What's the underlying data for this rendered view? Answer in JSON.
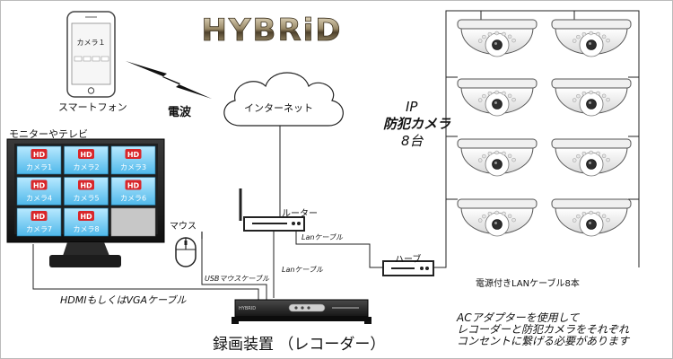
{
  "logo": {
    "text": "HYBRiD"
  },
  "smartphone": {
    "label": "スマートフォン",
    "screen_text": "カメラ１",
    "screen_buttons": [
      "",
      "",
      "",
      ""
    ]
  },
  "wave_label": "電波",
  "internet_label": "インターネット",
  "monitor": {
    "label": "モニターやテレビ",
    "badge": "HD",
    "tiles": [
      "カメラ1",
      "カメラ2",
      "カメラ3",
      "カメラ4",
      "カメラ5",
      "カメラ6",
      "カメラ7",
      "カメラ8",
      ""
    ]
  },
  "mouse_label": "マウス",
  "router_label": "ルーター",
  "hub_label": "ハーブ",
  "cables": {
    "lan_router_hub": "Lanケーブル",
    "lan_router_recorder": "Lanケーブル",
    "usb_mouse": "USBマウスケーブル",
    "hdmi": "HDMIもしくはVGAケーブル",
    "poe": "電源付きLANケーブル8本"
  },
  "camera_group": {
    "line1": "IP",
    "line2": "防犯カメラ",
    "line3": "8台",
    "count": 8
  },
  "recorder": {
    "label": "録画装置 （レコーダー）",
    "brand": "HYBRID"
  },
  "note": {
    "line1": "ACアダプターを使用して",
    "line2": "レコーダーと防犯カメラをそれぞれ",
    "line3": "コンセントに繋げる必要があります"
  }
}
